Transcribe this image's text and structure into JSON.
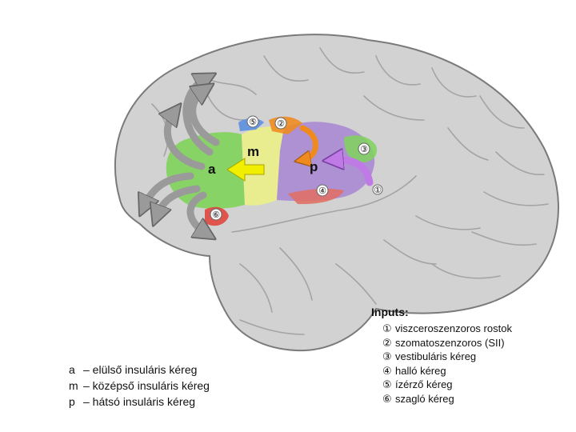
{
  "labels": {
    "anterior": "a",
    "middle": "m",
    "posterior": "p"
  },
  "markers": [
    "①",
    "②",
    "③",
    "④",
    "⑤",
    "⑥"
  ],
  "legend_regions": [
    {
      "key": "a",
      "text": "– elülső insuláris kéreg"
    },
    {
      "key": "m",
      "text": "– középső insuláris kéreg"
    },
    {
      "key": "p",
      "text": "– hátsó insuláris kéreg"
    }
  ],
  "inputs_title": "Inputs:",
  "inputs": [
    {
      "key": "①",
      "text": "viszceroszenzoros rostok"
    },
    {
      "key": "②",
      "text": "szomatoszenzoros (SII)"
    },
    {
      "key": "③",
      "text": "vestibuláris kéreg"
    },
    {
      "key": "④",
      "text": "halló kéreg"
    },
    {
      "key": "⑤",
      "text": "ízérző kéreg"
    },
    {
      "key": "⑥",
      "text": "szagló kéreg"
    }
  ],
  "colors": {
    "brain": "#d2d2d2",
    "brain_outline": "#7a7a7a",
    "anterior_region": "#7fd35a",
    "middle_region": "#ecee8a",
    "posterior_region": "#a98bd2",
    "yellow_arrow": "#f2ee00",
    "orange_arrow": "#ef8a1e",
    "purple_arrow": "#c07ae6",
    "grey_arrow": "#9a9a9a"
  }
}
